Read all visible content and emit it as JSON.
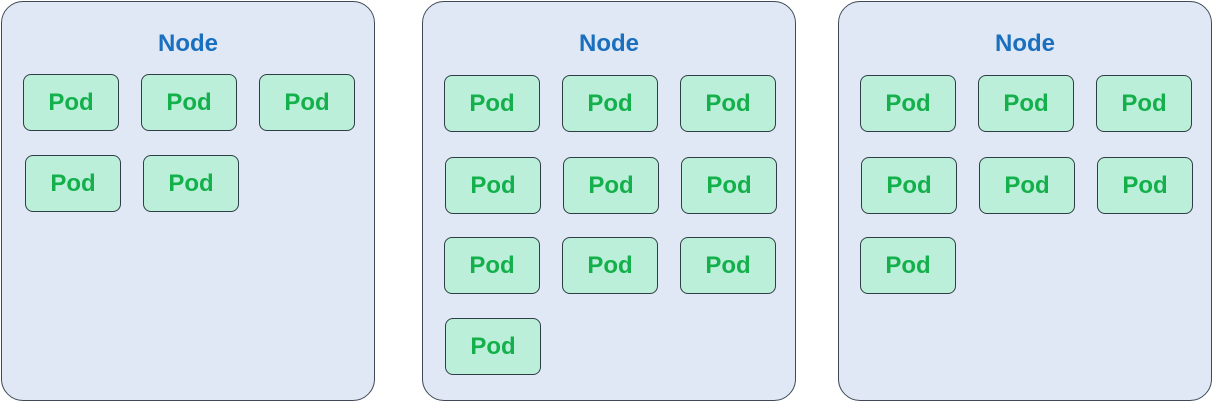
{
  "nodes": [
    {
      "label": "Node",
      "pods": [
        "Pod",
        "Pod",
        "Pod",
        "Pod",
        "Pod"
      ]
    },
    {
      "label": "Node",
      "pods": [
        "Pod",
        "Pod",
        "Pod",
        "Pod",
        "Pod",
        "Pod",
        "Pod",
        "Pod",
        "Pod",
        "Pod"
      ]
    },
    {
      "label": "Node",
      "pods": [
        "Pod",
        "Pod",
        "Pod",
        "Pod",
        "Pod",
        "Pod",
        "Pod"
      ]
    }
  ],
  "colors": {
    "node_fill": "#dfe8f4",
    "node_title": "#1a6fbe",
    "pod_fill": "#bcefd9",
    "pod_text": "#14b04c"
  }
}
